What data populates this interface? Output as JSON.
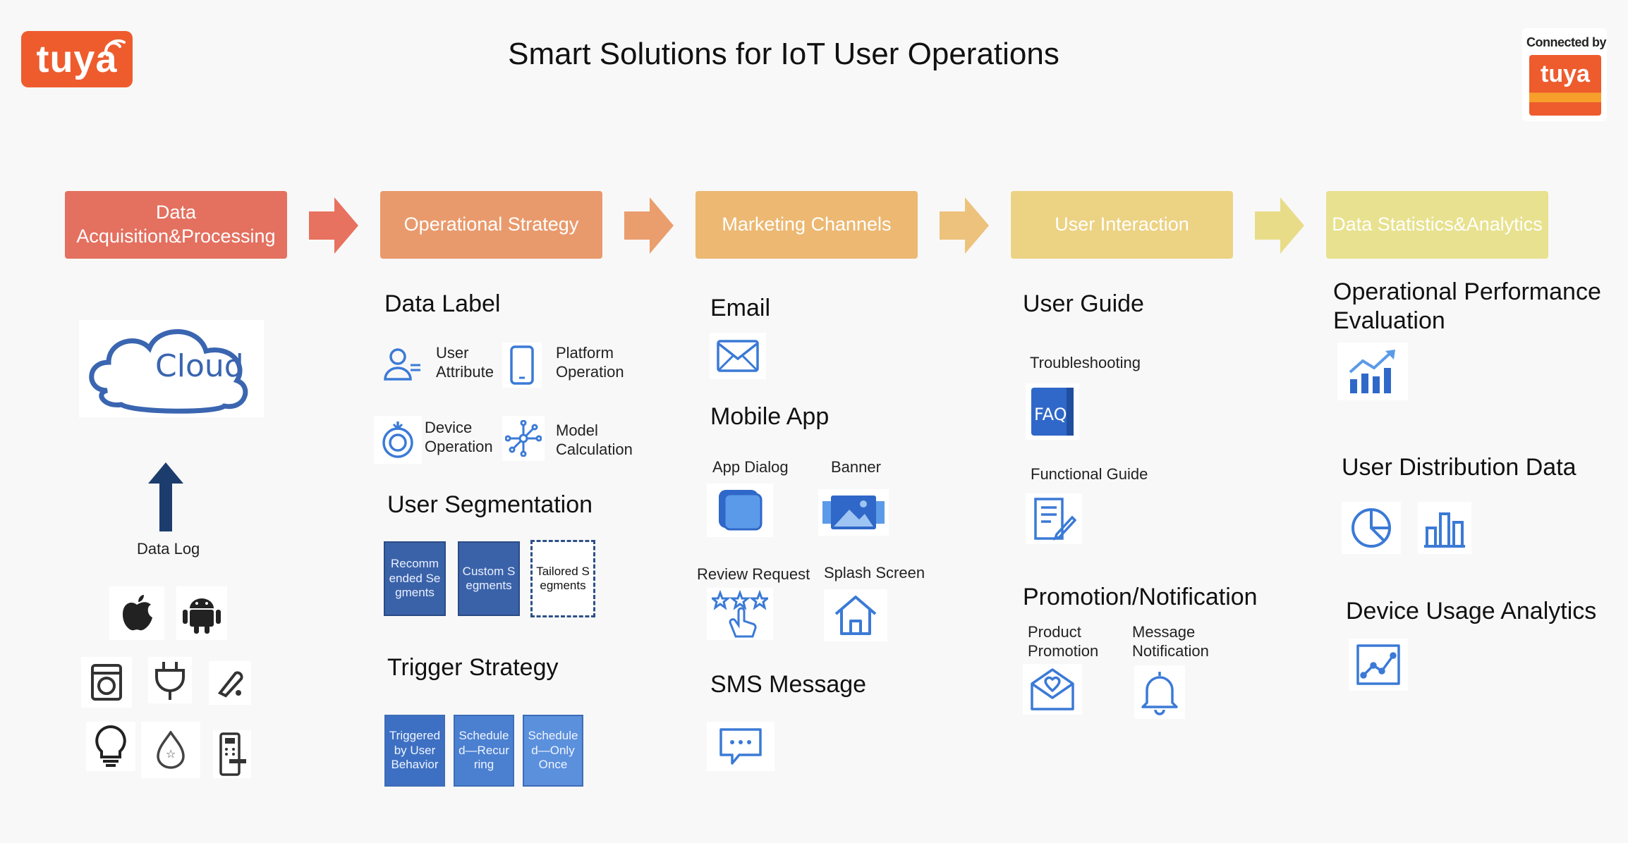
{
  "header": {
    "brand_logo_text": "tuya",
    "title": "Smart Solutions for IoT User Operations",
    "badge_caption": "Connected by",
    "badge_logo_text": "tuya"
  },
  "colors": {
    "stage1": "#e4705f",
    "stage2": "#e99a6c",
    "stage3": "#ecb872",
    "stage4": "#ecd283",
    "stage5": "#e8e18f",
    "icon_blue": "#3b7ad6"
  },
  "stages": [
    {
      "label": "Data Acquisition&Processing"
    },
    {
      "label": "Operational Strategy"
    },
    {
      "label": "Marketing Channels"
    },
    {
      "label": "User Interaction"
    },
    {
      "label": "Data Statistics&Analytics"
    }
  ],
  "acquisition": {
    "cloud_text": "Cloud",
    "data_log": "Data Log"
  },
  "strategy": {
    "data_label_heading": "Data Label",
    "labels": [
      "User Attribute",
      "Platform Operation",
      "Device Operation",
      "Model Calculation"
    ],
    "segmentation_heading": "User Segmentation",
    "segments": [
      "Recommended Segments",
      "Custom Segments",
      "Tailored Segments"
    ],
    "trigger_heading": "Trigger Strategy",
    "triggers": [
      "Triggered by User Behavior",
      "Scheduled—Recurring",
      "Scheduled—Only Once"
    ]
  },
  "channels": {
    "email_heading": "Email",
    "mobile_heading": "Mobile App",
    "app_dialog": "App Dialog",
    "banner": "Banner",
    "review_request": "Review Request",
    "splash_screen": "Splash Screen",
    "sms_heading": "SMS Message"
  },
  "interaction": {
    "guide_heading": "User Guide",
    "troubleshooting": "Troubleshooting",
    "faq_icon_text": "FAQ",
    "functional_guide": "Functional Guide",
    "promotion_heading": "Promotion/Notification",
    "product_promotion": "Product Promotion",
    "message_notification": "Message Notification"
  },
  "analytics": {
    "performance_heading": "Operational Performance Evaluation",
    "distribution_heading": "User Distribution Data",
    "usage_heading": "Device Usage Analytics"
  }
}
